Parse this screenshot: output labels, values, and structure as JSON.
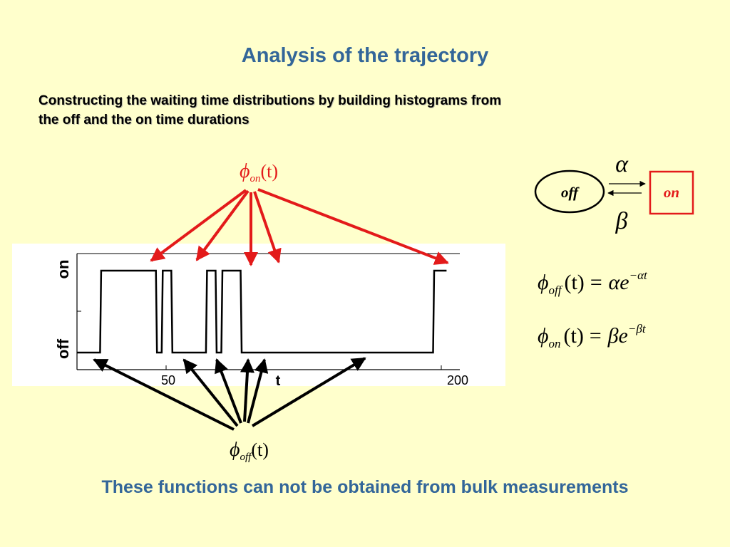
{
  "slide": {
    "title": "Analysis of the trajectory",
    "subtitle_line1": "Constructing the waiting time distributions by building histograms from",
    "subtitle_line2": "the off and the on time durations",
    "footer": "These functions can not be obtained from bulk measurements"
  },
  "trajectory_plot": {
    "y_labels": [
      "on",
      "off"
    ],
    "x_ticks": [
      "50",
      "200"
    ],
    "x_axis_label": "t",
    "trace": [
      {
        "t_start": 0,
        "t_end": 12,
        "state": "off"
      },
      {
        "t_start": 12,
        "t_end": 41,
        "state": "on"
      },
      {
        "t_start": 41,
        "t_end": 44,
        "state": "off"
      },
      {
        "t_start": 44,
        "t_end": 49,
        "state": "on"
      },
      {
        "t_start": 49,
        "t_end": 67,
        "state": "off"
      },
      {
        "t_start": 67,
        "t_end": 72,
        "state": "on"
      },
      {
        "t_start": 72,
        "t_end": 75,
        "state": "off"
      },
      {
        "t_start": 75,
        "t_end": 85,
        "state": "on"
      },
      {
        "t_start": 85,
        "t_end": 185,
        "state": "off"
      },
      {
        "t_start": 185,
        "t_end": 192,
        "state": "on"
      }
    ]
  },
  "labels": {
    "phi": "ϕ",
    "on_sub": "on",
    "off_sub": "off",
    "paren_t": "(t)",
    "alpha": "α",
    "beta": "β",
    "state_off": "off",
    "state_on": "on"
  },
  "equations": {
    "phi_off_rhs": "= αe",
    "phi_off_exp": "−αt",
    "phi_on_rhs": "= βe",
    "phi_on_exp": "−βt"
  },
  "colors": {
    "title": "#336699",
    "arrow_red": "#e31a1a",
    "arrow_black": "#000000",
    "on_box": "#e31a1a"
  }
}
